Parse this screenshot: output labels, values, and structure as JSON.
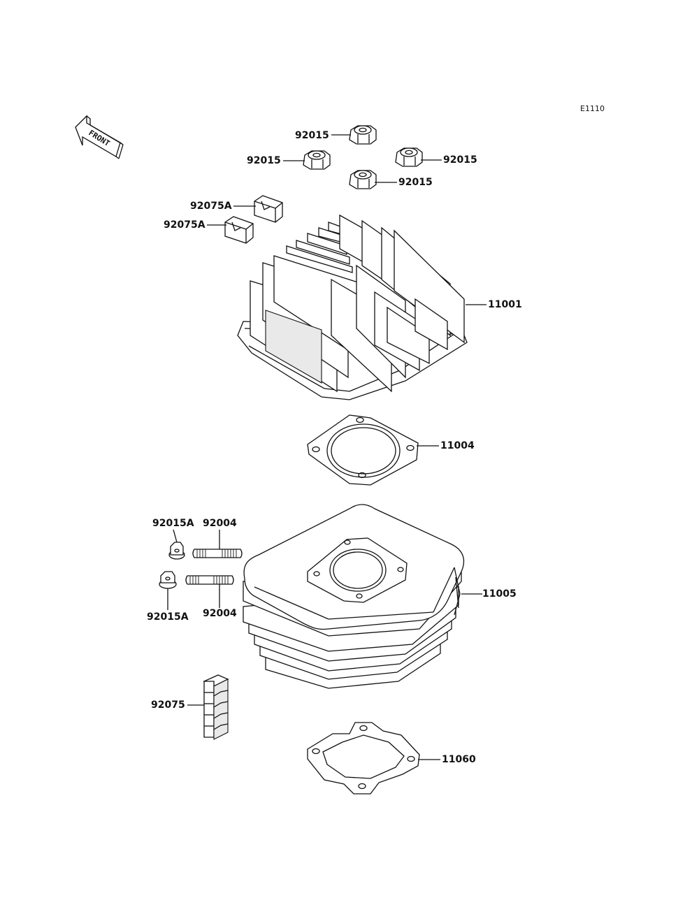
{
  "diagram_code": "E1110",
  "front_label": "FRONT",
  "labels": {
    "nut_top": "92015",
    "nut_left": "92015",
    "nut_right": "92015",
    "nut_bottom": "92015",
    "dowel_upper": "92075A",
    "dowel_lower": "92075A",
    "cylinder_head": "11001",
    "head_gasket": "11004",
    "washer_upper": "92015A",
    "stud_upper": "92004",
    "washer_lower": "92015A",
    "stud_lower": "92004",
    "cylinder": "11005",
    "dowel_stack": "92075",
    "base_gasket": "11060"
  }
}
